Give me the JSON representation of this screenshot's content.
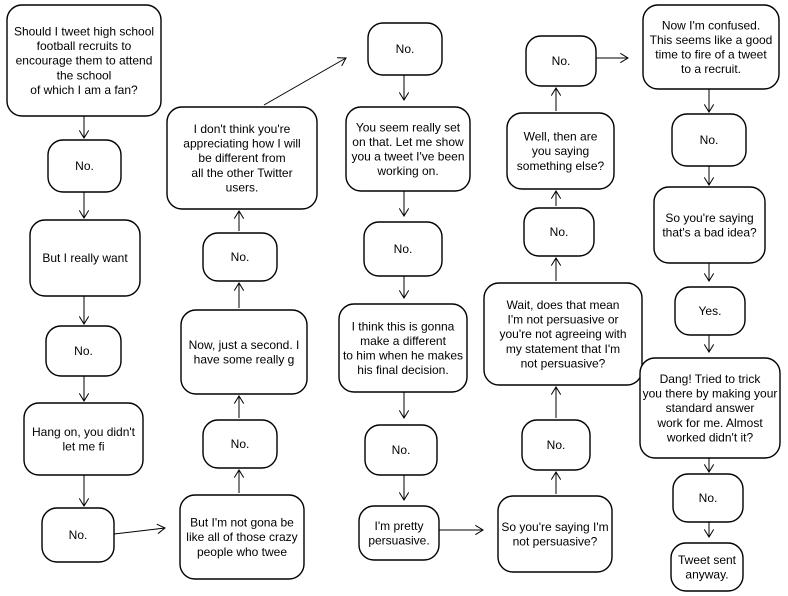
{
  "nodes": [
    {
      "id": "q-tweet-recruits",
      "lines": [
        "Should I tweet high school",
        "football recruits to",
        "encourage them to attend",
        "the school",
        "of which I am a fan?"
      ]
    },
    {
      "id": "no-1",
      "lines": [
        "No."
      ]
    },
    {
      "id": "but-i-really-want",
      "lines": [
        "But I really want"
      ]
    },
    {
      "id": "no-2",
      "lines": [
        "No."
      ]
    },
    {
      "id": "hang-on",
      "lines": [
        "Hang on, you didn't",
        "let me fi"
      ]
    },
    {
      "id": "no-3",
      "lines": [
        "No."
      ]
    },
    {
      "id": "not-gona-be",
      "lines": [
        "But I'm not gona be",
        "like all of those crazy",
        "people who twee"
      ]
    },
    {
      "id": "no-4",
      "lines": [
        "No."
      ]
    },
    {
      "id": "just-a-second",
      "lines": [
        "Now, just a second. I",
        "have some really g"
      ]
    },
    {
      "id": "no-5",
      "lines": [
        "No."
      ]
    },
    {
      "id": "not-appreciating",
      "lines": [
        "I don't think you're",
        "appreciating how I will",
        "be different from",
        "all the other Twitter",
        "users."
      ]
    },
    {
      "id": "no-6",
      "lines": [
        "No."
      ]
    },
    {
      "id": "really-set",
      "lines": [
        "You seem really set",
        "on that. Let me show",
        "you a tweet I've been",
        "working on."
      ]
    },
    {
      "id": "no-7",
      "lines": [
        "No."
      ]
    },
    {
      "id": "gonna-make-difference",
      "lines": [
        "I think this is gonna",
        "make a different",
        "to him when he makes",
        "his final decision."
      ]
    },
    {
      "id": "no-8",
      "lines": [
        "No."
      ]
    },
    {
      "id": "pretty-persuasive",
      "lines": [
        "I'm pretty",
        "persuasive."
      ]
    },
    {
      "id": "saying-not-persuasive",
      "lines": [
        "So you're saying I'm",
        "not persuasive?"
      ]
    },
    {
      "id": "no-9",
      "lines": [
        "No."
      ]
    },
    {
      "id": "does-that-mean",
      "lines": [
        "Wait, does that mean",
        "I'm not persuasive or",
        "you're not agreeing with",
        "my statement that I'm",
        "not persuasive?"
      ]
    },
    {
      "id": "no-10",
      "lines": [
        "No."
      ]
    },
    {
      "id": "saying-something-else",
      "lines": [
        "Well, then are",
        "you saying",
        "something else?"
      ]
    },
    {
      "id": "no-11",
      "lines": [
        "No."
      ]
    },
    {
      "id": "now-confused",
      "lines": [
        "Now I'm confused.",
        "This seems like a good",
        "time to fire of a tweet",
        "to a recruit."
      ]
    },
    {
      "id": "no-12",
      "lines": [
        "No."
      ]
    },
    {
      "id": "bad-idea",
      "lines": [
        "So you're saying",
        "that's a bad idea?"
      ]
    },
    {
      "id": "yes",
      "lines": [
        "Yes."
      ]
    },
    {
      "id": "tried-to-trick",
      "lines": [
        "Dang! Tried to trick",
        "you there by making your",
        "standard answer",
        "work for me. Almost",
        "worked didn't it?"
      ]
    },
    {
      "id": "no-13",
      "lines": [
        "No."
      ]
    },
    {
      "id": "tweet-sent",
      "lines": [
        "Tweet sent",
        "anyway."
      ]
    }
  ]
}
